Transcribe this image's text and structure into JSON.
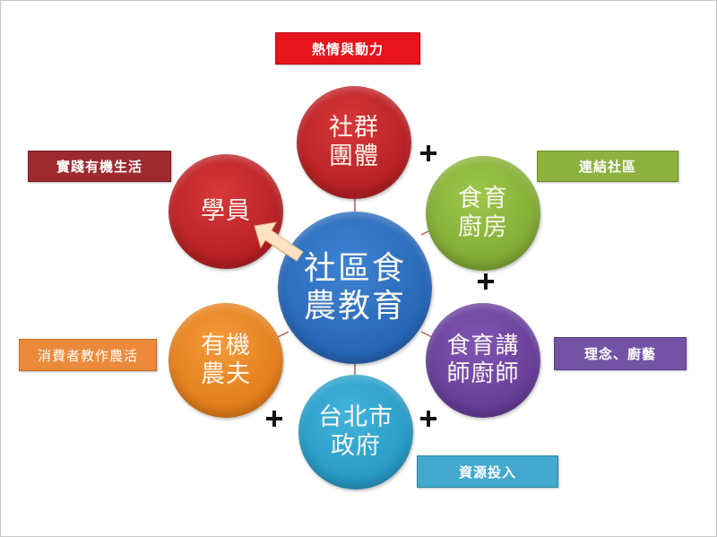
{
  "diagram": {
    "center": {
      "label": "社區食\n農教育",
      "color": "#2f74c4"
    },
    "nodes": [
      {
        "id": "community",
        "label": "社群\n團體",
        "color": "#c5282b"
      },
      {
        "id": "kitchen",
        "label": "食育\n廚房",
        "color": "#8cb83c"
      },
      {
        "id": "chefs",
        "label": "食育講\n師廚師",
        "color": "#7246a3"
      },
      {
        "id": "government",
        "label": "台北市\n政府",
        "color": "#2fa6cf"
      },
      {
        "id": "farmers",
        "label": "有機\n農夫",
        "color": "#ef8a24"
      },
      {
        "id": "students",
        "label": "學員",
        "color": "#c5282b"
      }
    ],
    "callouts": [
      {
        "for": "community",
        "label": "熱情與動力",
        "color": "#e8141c"
      },
      {
        "for": "kitchen",
        "label": "連結社區",
        "color": "#8cb13e"
      },
      {
        "for": "chefs",
        "label": "理念、廚藝",
        "color": "#7253a4"
      },
      {
        "for": "government",
        "label": "資源投入",
        "color": "#43a9cd"
      },
      {
        "for": "farmers",
        "label": "消費者教作農活",
        "color": "#ec8a3c"
      },
      {
        "for": "students",
        "label": "實踐有機生活",
        "color": "#9c2a2e"
      }
    ],
    "plus_signs": 4,
    "arrow": {
      "from": "center",
      "to": "students",
      "color": "#fbe3c4"
    }
  }
}
